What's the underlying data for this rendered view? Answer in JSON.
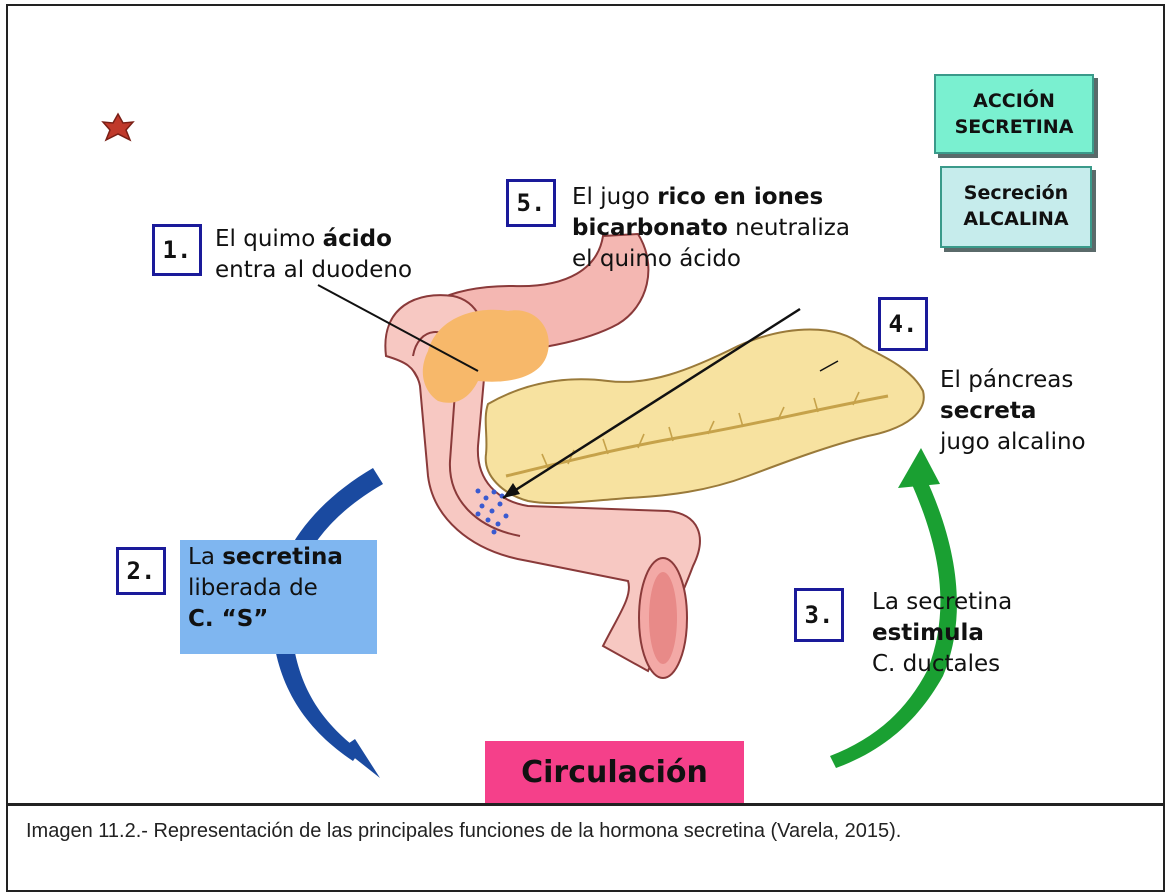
{
  "badge_action": {
    "line1": "ACCIÓN",
    "line2": "SECRETINA"
  },
  "badge_secretion": {
    "line1": "Secreción",
    "line2": "ALCALINA"
  },
  "steps": [
    {
      "num": "1.",
      "l1a": "El quimo ",
      "l1b": "ácido",
      "l2": "entra al duodeno"
    },
    {
      "num": "2.",
      "l1a": "La ",
      "l1b": "secretina",
      "l2": "liberada de",
      "l3": "C. “S”"
    },
    {
      "num": "3.",
      "l1": "La secretina",
      "l2": "estimula",
      "l3": "C. ductales"
    },
    {
      "num": "4.",
      "l1": "El páncreas",
      "l2": "secreta",
      "l3": "jugo alcalino"
    },
    {
      "num": "5.",
      "l1a": "El jugo ",
      "l1b": "rico en iones",
      "l2a": "bicarbonato",
      "l2b": " neutraliza",
      "l3": "el quimo ácido"
    }
  ],
  "circulation_label": "Circulación",
  "caption": "Imagen 11.2.- Representación de las principales funciones de la hormona secretina (Varela, 2015).",
  "colors": {
    "pink_box": "#f5408a",
    "blue_box": "#7fb6f0",
    "teal_box": "#7af0d0",
    "arrow_blue": "#1a4aa0",
    "arrow_green": "#1aa032"
  }
}
